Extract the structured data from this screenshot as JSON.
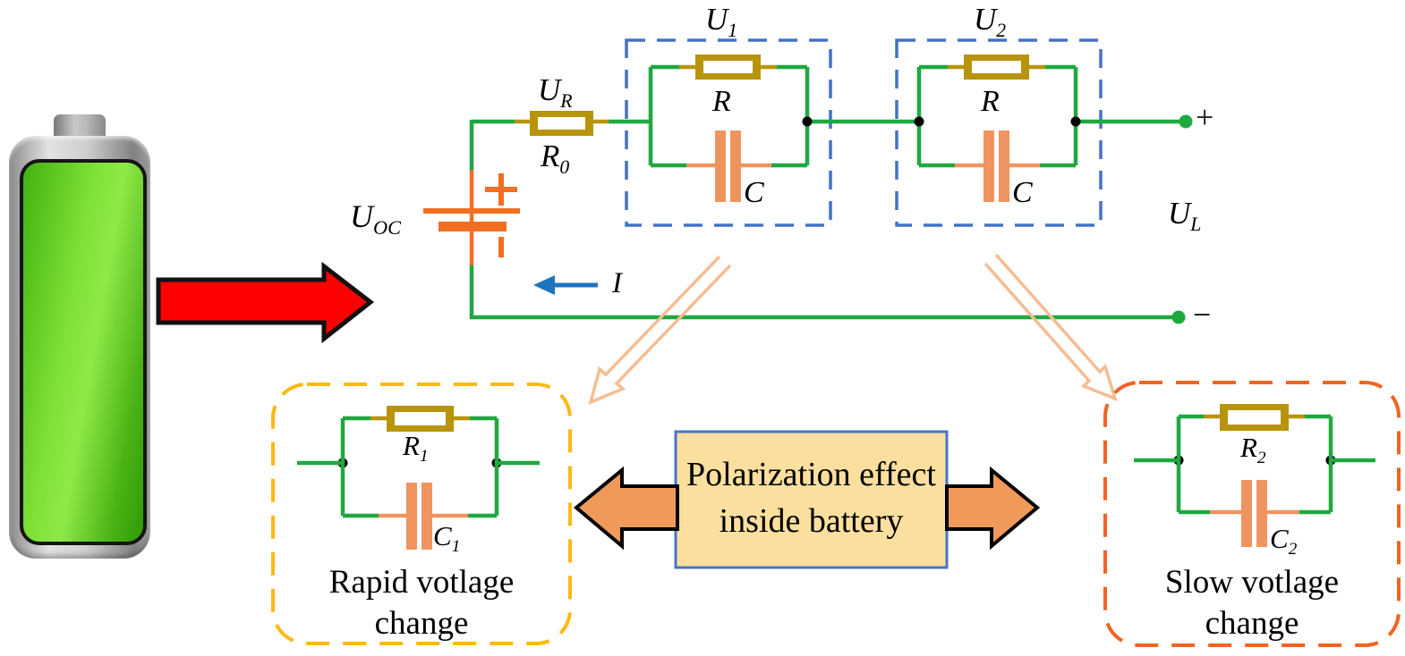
{
  "labels": {
    "u_r": {
      "main": "U",
      "sub": "R"
    },
    "r_0": {
      "main": "R",
      "sub": "0"
    },
    "u_oc": {
      "main": "U",
      "sub": "OC"
    },
    "u_1": {
      "main": "U",
      "sub": "1"
    },
    "u_2": {
      "main": "U",
      "sub": "2"
    },
    "u_l": {
      "main": "U",
      "sub": "L"
    },
    "r_u1": "R",
    "c_u1": "C",
    "r_u2": "R",
    "c_u2": "C",
    "current": "I",
    "output_plus": "+",
    "output_minus": "−",
    "battery_plus": "+",
    "battery_minus": "−",
    "r_1": {
      "main": "R",
      "sub": "1"
    },
    "c_1": {
      "main": "C",
      "sub": "1"
    },
    "r_2": {
      "main": "R",
      "sub": "2"
    },
    "c_2": {
      "main": "C",
      "sub": "2"
    }
  },
  "captions": {
    "rapid": {
      "line1": "Rapid votlage",
      "line2": "change"
    },
    "slow": {
      "line1": "Slow votlage",
      "line2": "change"
    },
    "center": {
      "line1": "Polarization effect",
      "line2": "inside battery"
    }
  },
  "colors": {
    "wire_green": "#1FA840",
    "resistor_gold": "#B8940B",
    "capacitor_orange": "#F0945F",
    "source_orange": "#F26F21",
    "rc_box_dash_blue": "#4472C4",
    "current_arrow_blue": "#1C75BC",
    "rapid_box_dash_yellow": "#FDB913",
    "slow_box_dash_orange": "#F26322",
    "center_box_fill": "#FADF9E",
    "center_box_border": "#4576C8",
    "block_arrow_orange": "#EF9A5B",
    "red_arrow": "#FE0000",
    "hollow_arrow_peach": "#F6BD92",
    "battery_green": "#5FD31E"
  }
}
